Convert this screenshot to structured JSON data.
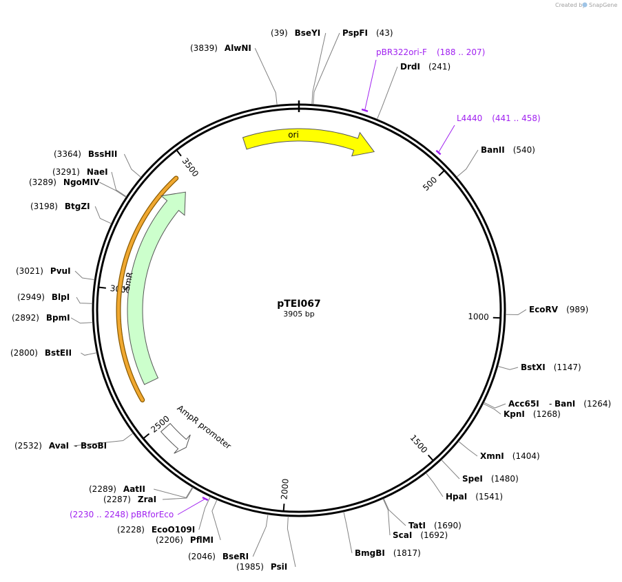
{
  "credit": {
    "prefix": "Created by",
    "brand": "SnapGene"
  },
  "plasmid": {
    "name": "pTEI067",
    "length_label": "3905 bp",
    "length": 3905
  },
  "colors": {
    "ori": "#ffff00",
    "smr": "#ccffcc",
    "ampr_promoter": "#ffffff",
    "primer": "#a020f0",
    "orange": "#f0a830",
    "backbone": "#000000"
  },
  "ticks": [
    {
      "pos": 500,
      "label": "500"
    },
    {
      "pos": 1000,
      "label": "1000"
    },
    {
      "pos": 1500,
      "label": "1500"
    },
    {
      "pos": 2000,
      "label": "2000"
    },
    {
      "pos": 2500,
      "label": "2500"
    },
    {
      "pos": 3000,
      "label": "3000"
    },
    {
      "pos": 3500,
      "label": "3500"
    }
  ],
  "features": [
    {
      "name": "ori",
      "label": "ori",
      "start": 3710,
      "end": 275,
      "direction": "cw",
      "color": "#ffff00"
    },
    {
      "name": "SmR",
      "label": "SmR",
      "start": 2650,
      "end": 3430,
      "direction": "cw",
      "color": "#ccffcc"
    },
    {
      "name": "AmpR promoter",
      "label": "AmpR promoter",
      "start": 2380,
      "end": 2480,
      "direction": "ccw",
      "color": "#ffffff"
    }
  ],
  "orange_feature": {
    "start": 2605,
    "end": 3440
  },
  "sites": [
    {
      "name": "BseYI",
      "pos_label": "(39)",
      "pos": 39
    },
    {
      "name": "PspFI",
      "pos_label": "(43)",
      "pos": 43
    },
    {
      "name": "AlwNI",
      "pos_label": "(3839)",
      "pos": 3839
    },
    {
      "name": "DrdI",
      "pos_label": "(241)",
      "pos": 241
    },
    {
      "name": "BanII",
      "pos_label": "(540)",
      "pos": 540
    },
    {
      "name": "BssHII",
      "pos_label": "(3364)",
      "pos": 3364
    },
    {
      "name": "NaeI",
      "pos_label": "(3291)",
      "pos": 3291
    },
    {
      "name": "NgoMIV",
      "pos_label": "(3289)",
      "pos": 3289
    },
    {
      "name": "BtgZI",
      "pos_label": "(3198)",
      "pos": 3198
    },
    {
      "name": "PvuI",
      "pos_label": "(3021)",
      "pos": 3021
    },
    {
      "name": "BlpI",
      "pos_label": "(2949)",
      "pos": 2949
    },
    {
      "name": "BpmI",
      "pos_label": "(2892)",
      "pos": 2892
    },
    {
      "name": "BstEII",
      "pos_label": "(2800)",
      "pos": 2800
    },
    {
      "name": "EcoRV",
      "pos_label": "(989)",
      "pos": 989
    },
    {
      "name": "BstXI",
      "pos_label": "(1147)",
      "pos": 1147
    },
    {
      "name": "Acc65I",
      "pos_label": "",
      "pos": 1264
    },
    {
      "name": "BanI",
      "pos_label": "(1264)",
      "pos": 1264
    },
    {
      "name": "KpnI",
      "pos_label": "(1268)",
      "pos": 1268
    },
    {
      "name": "XmnI",
      "pos_label": "(1404)",
      "pos": 1404
    },
    {
      "name": "SpeI",
      "pos_label": "(1480)",
      "pos": 1480
    },
    {
      "name": "HpaI",
      "pos_label": "(1541)",
      "pos": 1541
    },
    {
      "name": "TatI",
      "pos_label": "(1690)",
      "pos": 1690
    },
    {
      "name": "ScaI",
      "pos_label": "(1692)",
      "pos": 1692
    },
    {
      "name": "BmgBI",
      "pos_label": "(1817)",
      "pos": 1817
    },
    {
      "name": "PsiI",
      "pos_label": "(1985)",
      "pos": 1985
    },
    {
      "name": "BseRI",
      "pos_label": "(2046)",
      "pos": 2046
    },
    {
      "name": "PflMI",
      "pos_label": "(2206)",
      "pos": 2206
    },
    {
      "name": "EcoO109I",
      "pos_label": "(2228)",
      "pos": 2228
    },
    {
      "name": "ZraI",
      "pos_label": "(2287)",
      "pos": 2287
    },
    {
      "name": "AatII",
      "pos_label": "(2289)",
      "pos": 2289
    },
    {
      "name": "AvaI",
      "pos_label": "(2532)",
      "pos": 2532
    },
    {
      "name": "BsoBI",
      "pos_label": "",
      "pos": 2532
    }
  ],
  "primers": [
    {
      "name": "pBR322ori-F",
      "range_label": "(188 .. 207)",
      "start": 188,
      "end": 207
    },
    {
      "name": "L4440",
      "range_label": "(441 .. 458)",
      "start": 441,
      "end": 458
    },
    {
      "name": "pBRforEco",
      "range_label": "(2230 .. 2248)",
      "start": 2230,
      "end": 2248
    }
  ],
  "separator": "-"
}
